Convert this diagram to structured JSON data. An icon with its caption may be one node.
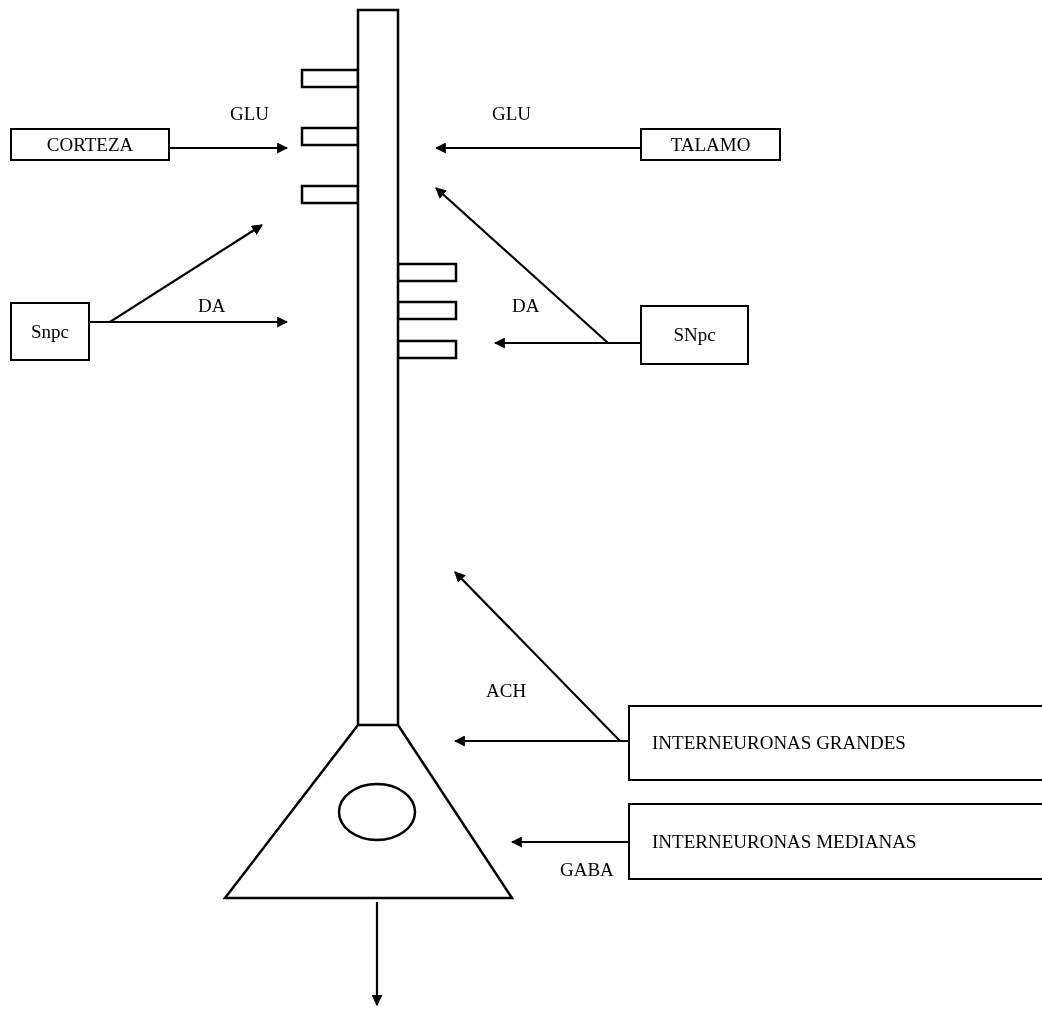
{
  "diagram": {
    "nodes": [
      {
        "text": [],
        "shape": "neuron"
      },
      {
        "text": [
          "CORTEZA"
        ]
      },
      {
        "text": [
          "TALAMO"
        ]
      },
      {
        "text": [
          "Snpc"
        ]
      },
      {
        "text": [
          "SNpc"
        ]
      },
      {
        "text": [
          "INTERNEURONAS GRANDES"
        ]
      },
      {
        "text": [
          "INTERNEURONAS MEDIANAS"
        ]
      }
    ],
    "edges": [
      {
        "from": 1,
        "to": 0,
        "arrow": "to",
        "label": "GLU"
      },
      {
        "from": 2,
        "to": 0,
        "arrow": "to",
        "label": "GLU"
      },
      {
        "from": 3,
        "to": 0,
        "arrow": "to"
      },
      {
        "from": 3,
        "to": 0,
        "arrow": "to",
        "label": "DA"
      },
      {
        "from": 4,
        "to": 0,
        "arrow": "to",
        "label": "DA"
      },
      {
        "from": 4,
        "to": 0,
        "arrow": "to"
      },
      {
        "from": 5,
        "to": 0,
        "arrow": "to",
        "label": "ACH"
      },
      {
        "from": 5,
        "to": 0,
        "arrow": "to"
      },
      {
        "from": 6,
        "to": 0,
        "arrow": "to",
        "label": "GABA"
      },
      {
        "from": 0,
        "to": null,
        "arrow": "to"
      }
    ]
  }
}
